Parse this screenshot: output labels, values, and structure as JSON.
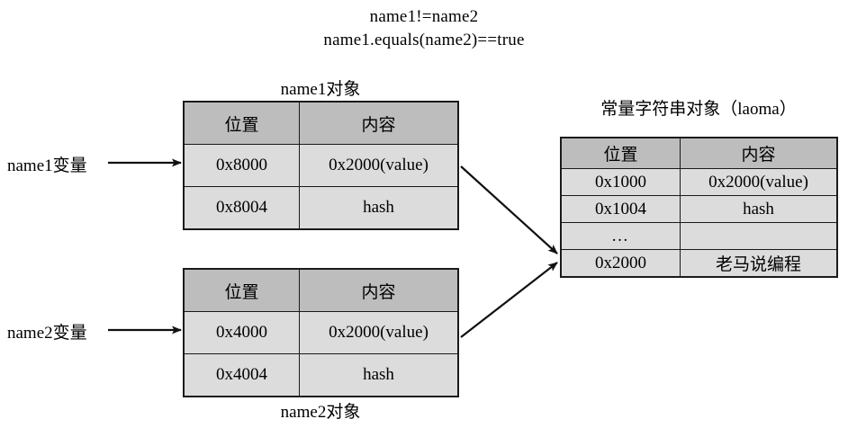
{
  "title": {
    "line1": "name1!=name2",
    "line2": "name1.equals(name2)==true"
  },
  "colors": {
    "header_fill": "#bdbdbd",
    "cell_fill": "#dcdcdc",
    "border": "#1a1a1a",
    "background": "#ffffff",
    "text": "#000000"
  },
  "variables": {
    "name1_label": "name1变量",
    "name2_label": "name2变量"
  },
  "tables": {
    "name1": {
      "caption": "name1对象",
      "caption_position": "above",
      "columns": [
        "位置",
        "内容"
      ],
      "rows": [
        [
          "0x8000",
          "0x2000(value)"
        ],
        [
          "0x8004",
          "hash"
        ]
      ]
    },
    "name2": {
      "caption": "name2对象",
      "caption_position": "below",
      "columns": [
        "位置",
        "内容"
      ],
      "rows": [
        [
          "0x4000",
          "0x2000(value)"
        ],
        [
          "0x4004",
          "hash"
        ]
      ]
    },
    "constant": {
      "caption": "常量字符串对象（laoma）",
      "caption_position": "above",
      "columns": [
        "位置",
        "内容"
      ],
      "rows": [
        [
          "0x1000",
          "0x2000(value)"
        ],
        [
          "0x1004",
          "hash"
        ],
        [
          "…",
          ""
        ],
        [
          "0x2000",
          "老马说编程"
        ]
      ]
    }
  },
  "arrows": [
    {
      "name": "name1-variable-to-object",
      "from": "name1变量",
      "to": "name1对象"
    },
    {
      "name": "name2-variable-to-object",
      "from": "name2变量",
      "to": "name2对象"
    },
    {
      "name": "name1-value-to-constant",
      "from": "0x2000(value)",
      "to": "0x2000"
    },
    {
      "name": "name2-value-to-constant",
      "from": "0x2000(value)",
      "to": "0x2000"
    }
  ]
}
